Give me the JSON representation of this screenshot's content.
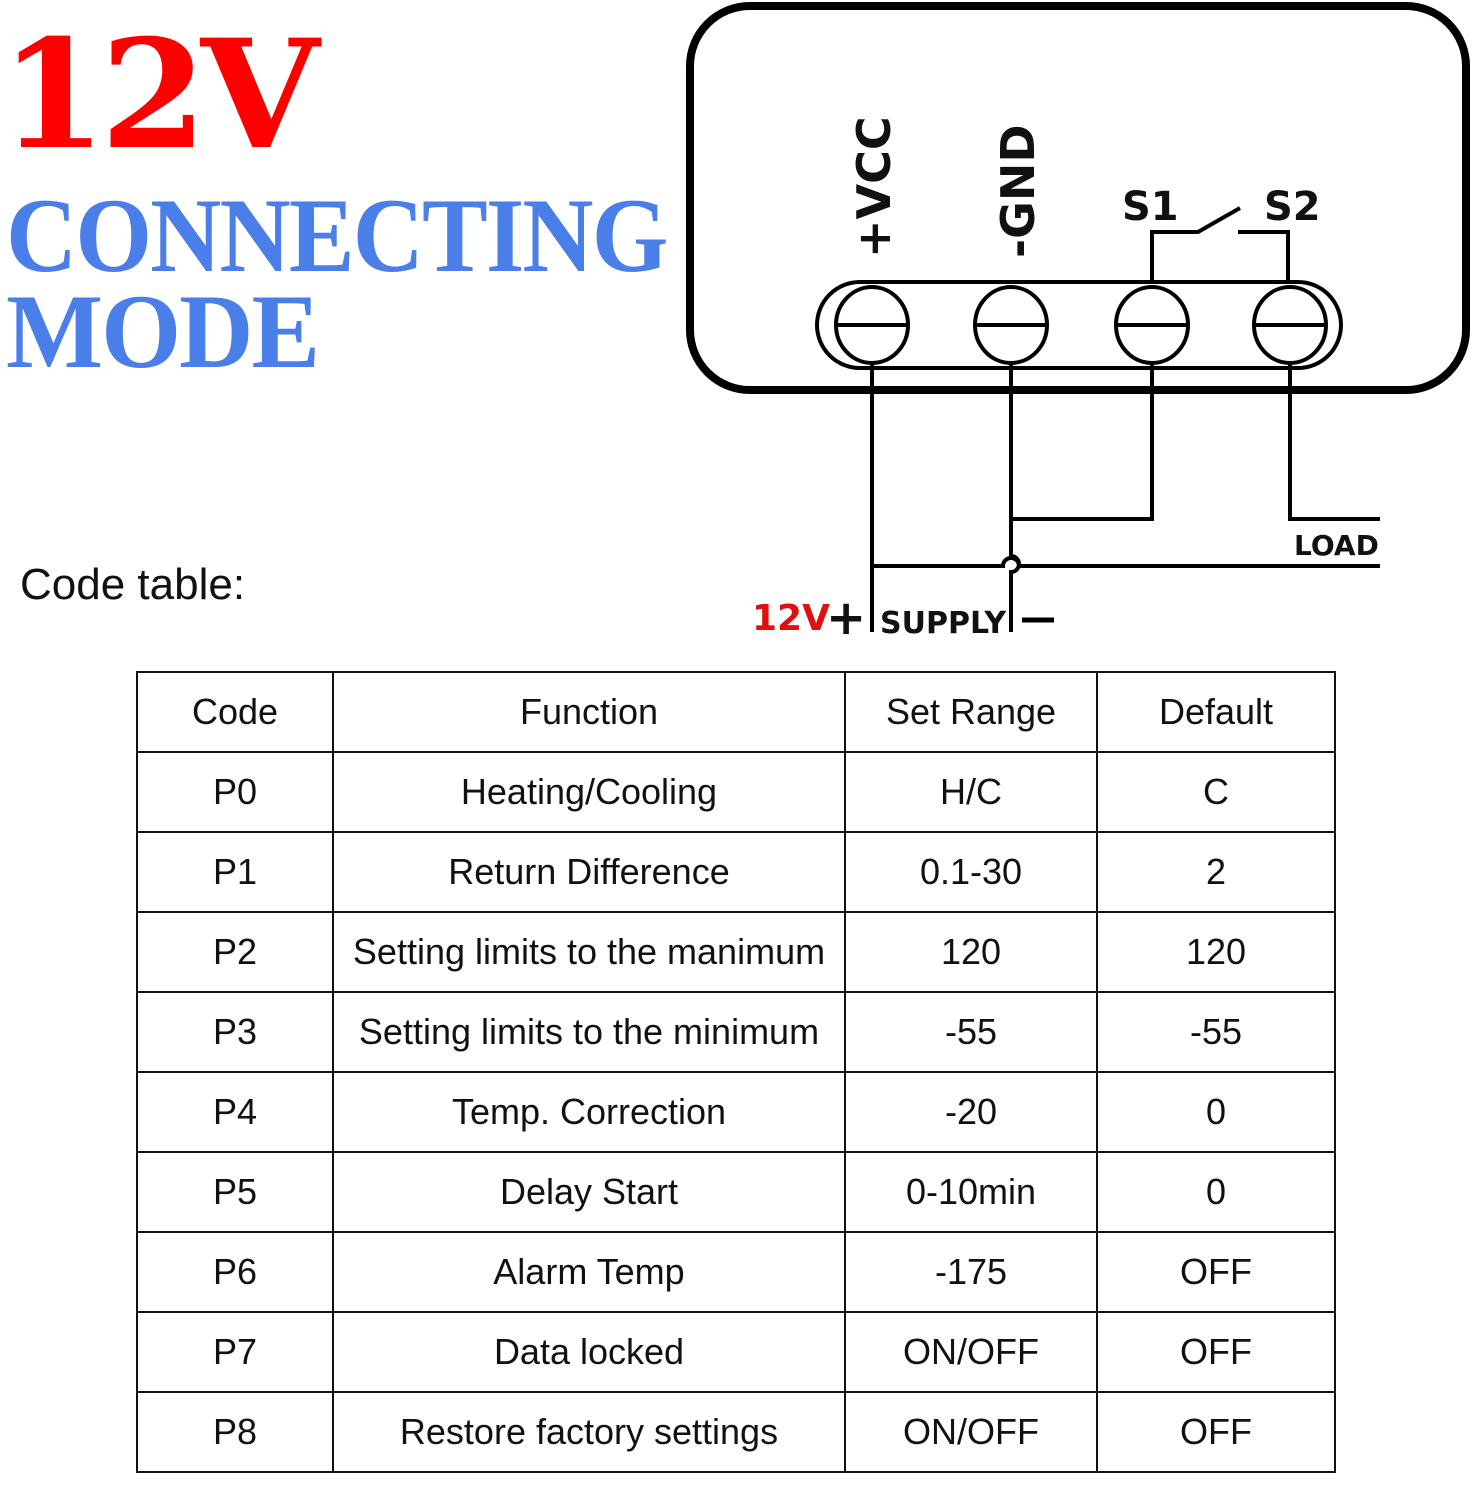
{
  "header": {
    "voltage": "12V",
    "title_line1": "CONNECTING",
    "title_line2": "MODE",
    "voltage_color": "#ff0000",
    "title_color": "#4a7ee8"
  },
  "wiring": {
    "terminals": [
      "+VCC",
      "-GND",
      "S1",
      "S2"
    ],
    "load_label": "LOAD",
    "supply_voltage": "12V",
    "supply_plus": "+",
    "supply_label": "SUPPLY",
    "supply_minus": "−"
  },
  "code_table": {
    "label": "Code table:",
    "headers": [
      "Code",
      "Function",
      "Set Range",
      "Default"
    ],
    "rows": [
      [
        "P0",
        "Heating/Cooling",
        "H/C",
        "C"
      ],
      [
        "P1",
        "Return Difference",
        "0.1-30",
        "2"
      ],
      [
        "P2",
        "Setting limits to the manimum",
        "120",
        "120"
      ],
      [
        "P3",
        "Setting limits to the minimum",
        "-55",
        "-55"
      ],
      [
        "P4",
        "Temp. Correction",
        "-20",
        "0"
      ],
      [
        "P5",
        "Delay Start",
        "0-10min",
        "0"
      ],
      [
        "P6",
        "Alarm Temp",
        "-175",
        "OFF"
      ],
      [
        "P7",
        "Data locked",
        "ON/OFF",
        "OFF"
      ],
      [
        "P8",
        "Restore factory settings",
        "ON/OFF",
        "OFF"
      ]
    ]
  }
}
